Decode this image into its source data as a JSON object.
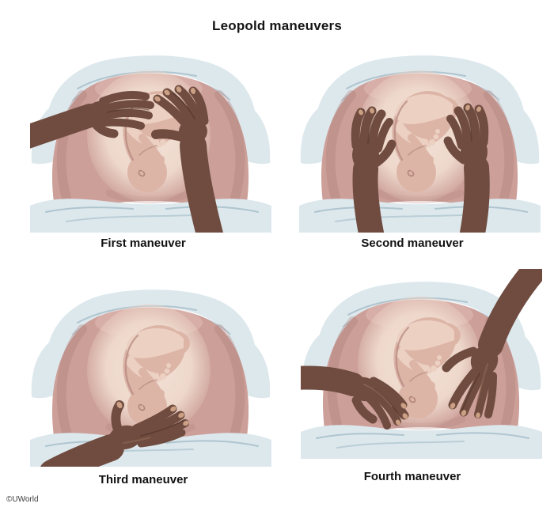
{
  "page": {
    "title": "Leopold maneuvers",
    "credit": "©UWorld"
  },
  "panels": [
    {
      "id": "first",
      "label": "First maneuver"
    },
    {
      "id": "second",
      "label": "Second maneuver"
    },
    {
      "id": "third",
      "label": "Third maneuver"
    },
    {
      "id": "fourth",
      "label": "Fourth maneuver"
    }
  ],
  "colors": {
    "background": "#ffffff",
    "title_text": "#141414",
    "label_text": "#111111",
    "credit_text": "#3c3c3c",
    "skin_abdomen": "#cc9f99",
    "skin_abdomen_shadow": "#a87a75",
    "skin_abdomen_light": "#e6c3ba",
    "fetal_window": "#f1ded3",
    "fetus_skin": "#dcb5a7",
    "fetus_light": "#ecd0c2",
    "fetus_shadow": "#b1837a",
    "examiner_skin": "#6f4c3f",
    "examiner_skin_dark": "#4d3027",
    "examiner_skin_light": "#96705c",
    "nail": "#cba084",
    "drape": "#dde8ed",
    "drape_shadow": "#a4bcc7"
  }
}
